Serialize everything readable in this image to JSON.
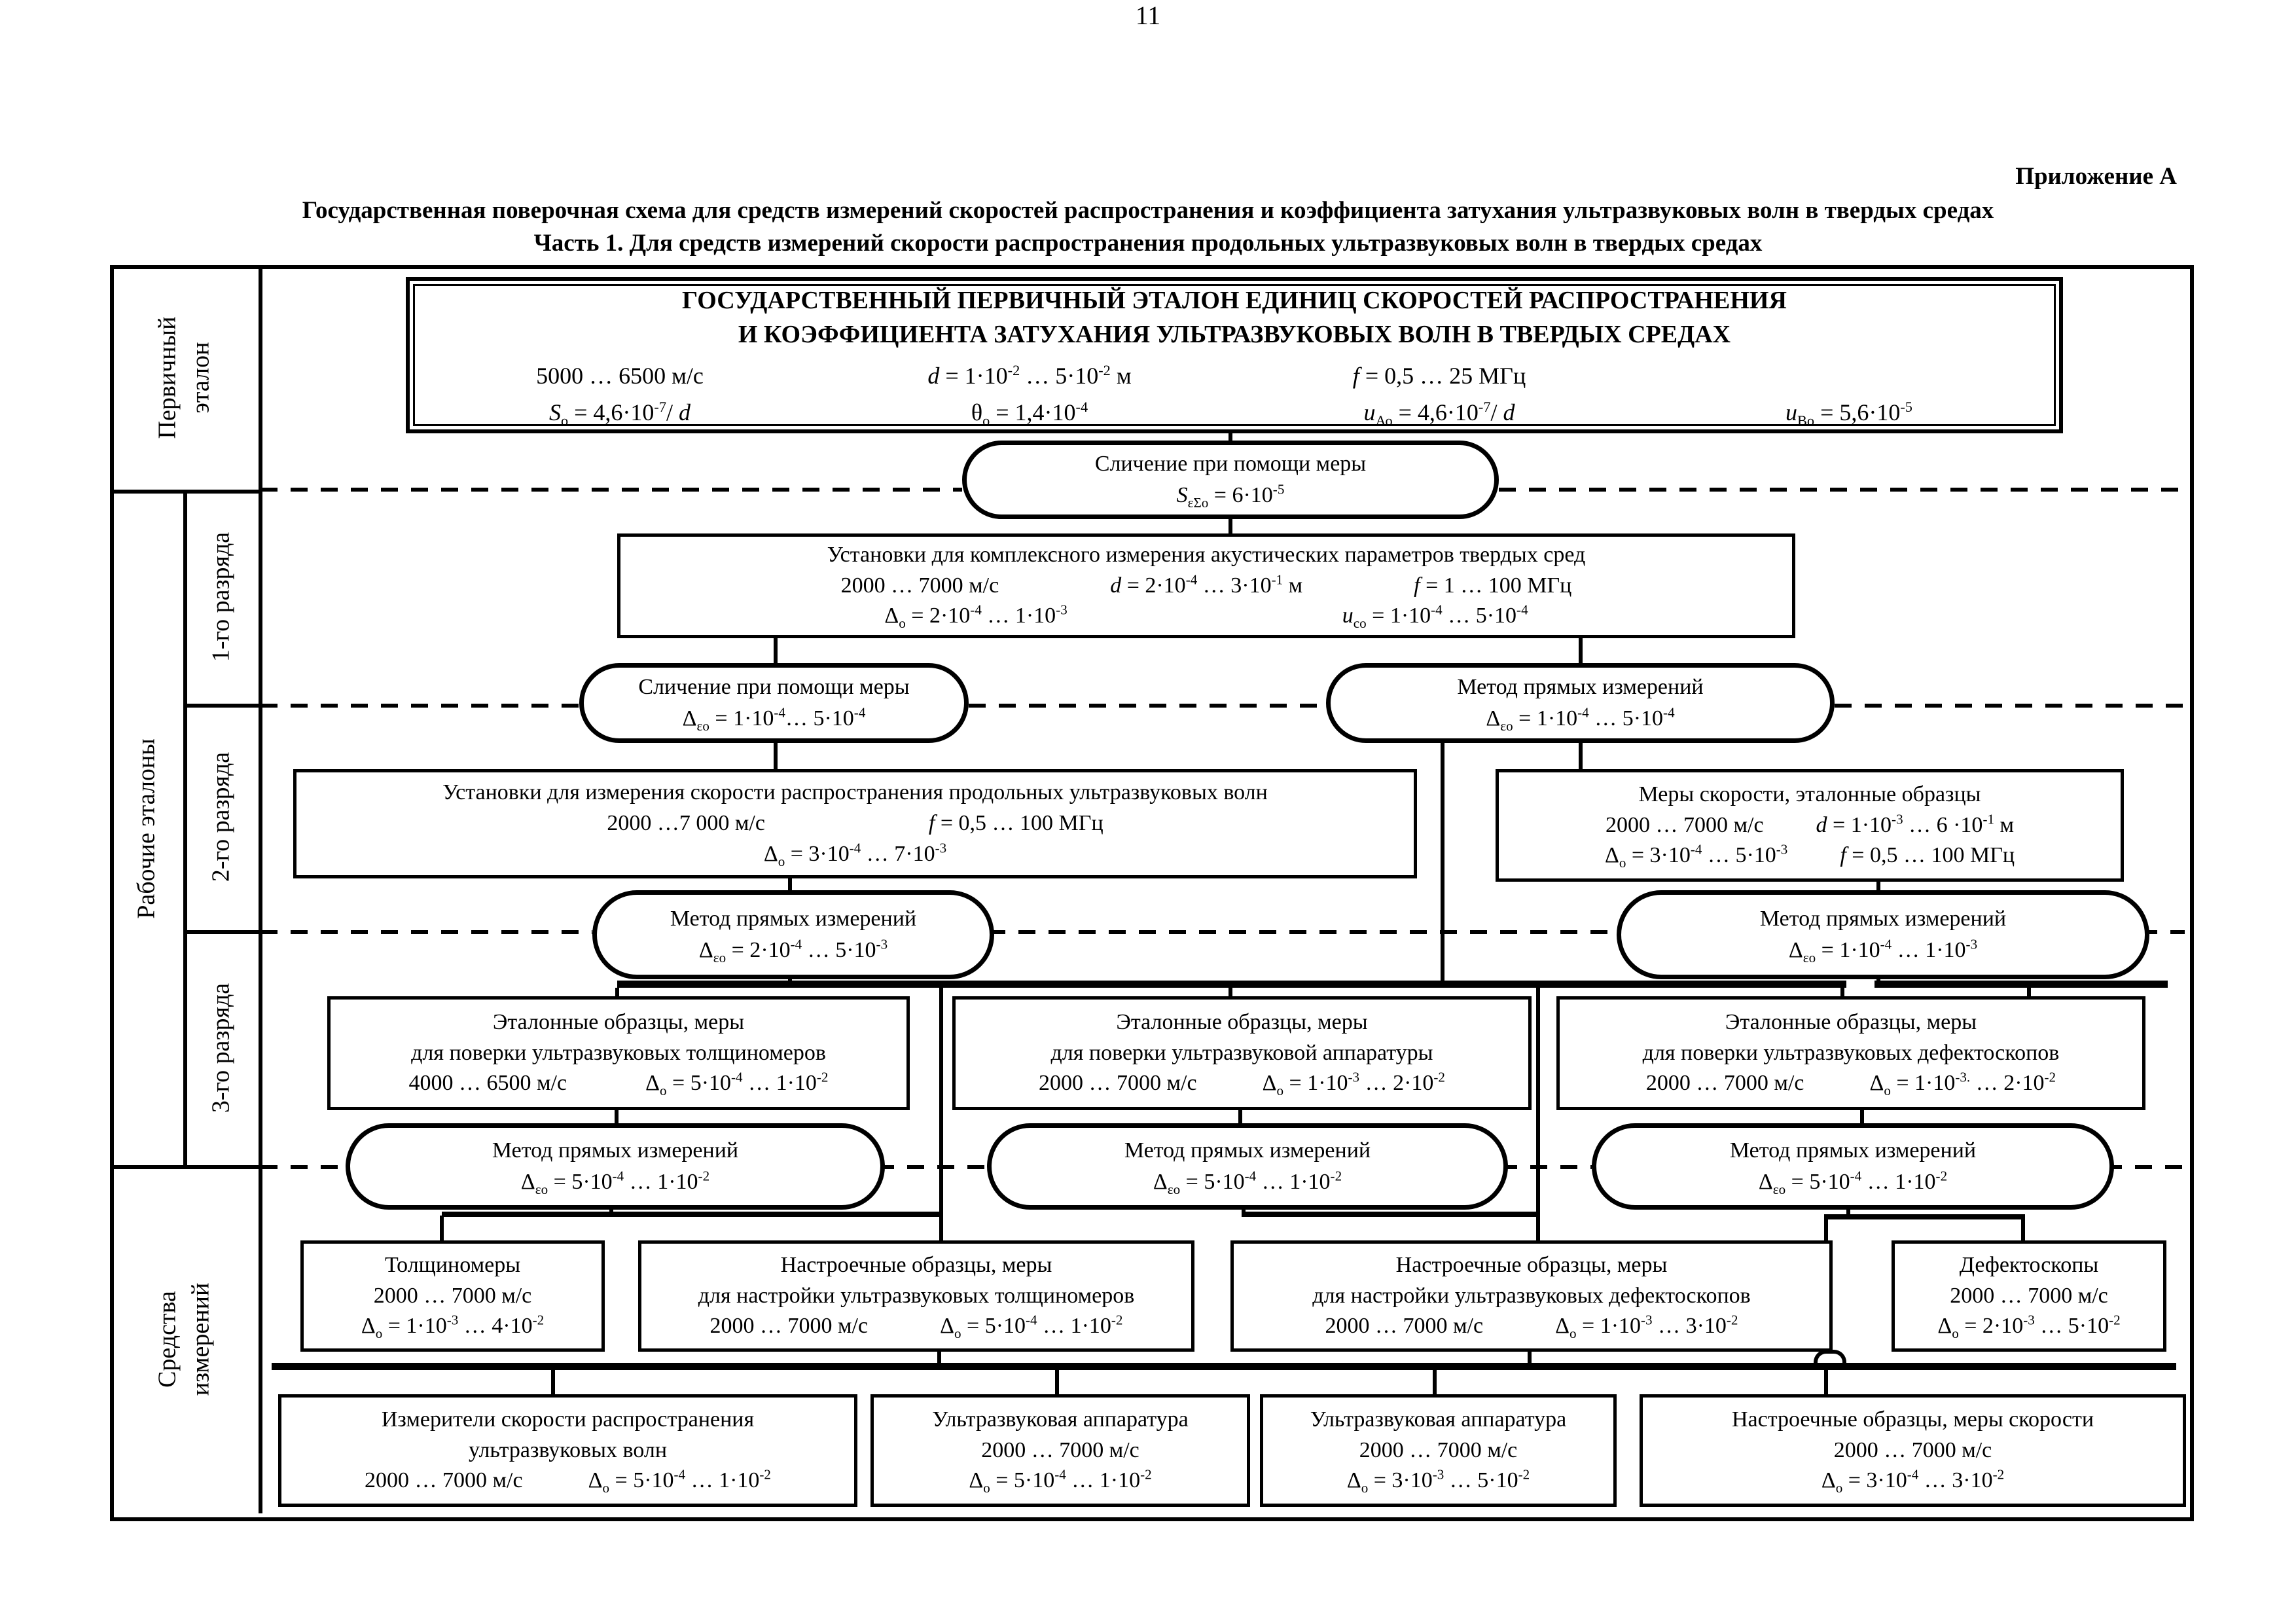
{
  "colors": {
    "ink": "#000000",
    "paper": "#ffffff"
  },
  "page": {
    "number": "11",
    "annex": "Приложение А",
    "title1": "Государственная поверочная схема для средств измерений скоростей распространения и коэффициента затухания ультразвуковых волн в твердых средах",
    "title2": "Часть 1. Для средств измерений скорости распространения продольных ультразвуковых волн в твердых средах"
  },
  "sidebar": {
    "primary_l1": "Первичный",
    "primary_l2": "эталон",
    "working": "Рабочие эталоны",
    "rank1": "1-го разряда",
    "rank2": "2-го разряда",
    "rank3": "3-го разряда",
    "instruments_l1": "Средства",
    "instruments_l2": "измерений"
  },
  "nodes": {
    "primary": {
      "title1": "ГОСУДАРСТВЕННЫЙ ПЕРВИЧНЫЙ ЭТАЛОН ЕДИНИЦ СКОРОСТЕЙ РАСПРОСТРАНЕНИЯ",
      "title2": "И КОЭФФИЦИЕНТА ЗАТУХАНИЯ УЛЬТРАЗВУКОВЫХ ВОЛН В ТВЕРДЫХ СРЕДАХ",
      "speed": "5000 … 6500 м/с",
      "d": "<i>d</i> = 1·10<sup>-2</sup> … 5·10<sup>-2</sup> м",
      "f": "<i>f</i> = 0,5 … 25 МГц",
      "s": "<i>S</i><sub>о</sub> = 4,6·10<sup>-7</sup>/ <i>d</i>",
      "theta": "θ<sub>о</sub> = 1,4·10<sup>-4</sup>",
      "ua": "<i>u</i><sub>Ао</sub> = 4,6·10<sup>-7</sup>/ <i>d</i>",
      "ub": "<i>u</i><sub>Во</sub> = 5,6·10<sup>-5</sup>"
    },
    "ellipse_b": {
      "title": "Сличение при помощи меры",
      "formula": "<i>S</i><sub>εΣо</sub> = 6·10<sup>-5</sup>"
    },
    "box_complex": {
      "title": "Установки для комплексного измерения акустических параметров твердых сред",
      "speed": "2000 … 7000 м/с",
      "d": "<i>d</i> = 2·10<sup>-4</sup> … 3·10<sup>-1</sup> м",
      "f": "<i>f</i> = 1 … 100 МГц",
      "delta": "Δ<sub>о</sub> = 2·10<sup>-4</sup> … 1·10<sup>-3</sup>",
      "u": "<i>u</i><sub>со</sub> = 1·10<sup>-4</sup> … 5·10<sup>-4</sup>"
    },
    "ellipse_dl": {
      "title": "Сличение при помощи меры",
      "formula": "Δ<sub>εо</sub> = 1·10<sup>-4</sup>… 5·10<sup>-4</sup>"
    },
    "ellipse_dr": {
      "title": "Метод прямых измерений",
      "formula": "Δ<sub>εо</sub> = 1·10<sup>-4</sup> … 5·10<sup>-4</sup>"
    },
    "box_speed": {
      "title": "Установки для измерения скорости распространения продольных ультразвуковых волн",
      "speed": "2000 …7 000 м/с",
      "f": "<i>f</i> = 0,5 … 100 МГц",
      "delta": "Δ<sub>о</sub> = 3·10<sup>-4</sup> … 7·10<sup>-3</sup>"
    },
    "box_measures": {
      "title": "Меры скорости, эталонные образцы",
      "speed": "2000 … 7000 м/с",
      "d": "<i>d</i> = 1·10<sup>-3</sup> … 6 ·10<sup>-1</sup> м",
      "delta": "Δ<sub>о</sub> = 3·10<sup>-4</sup> … 5·10<sup>-3</sup>",
      "f": "<i>f</i> = 0,5 … 100 МГц"
    },
    "ellipse_fl": {
      "title": "Метод прямых измерений",
      "formula": "Δ<sub>εо</sub> = 2·10<sup>-4</sup> … 5·10<sup>-3</sup>"
    },
    "ellipse_fr": {
      "title": "Метод прямых измерений",
      "formula": "Δ<sub>εо</sub> = 1·10<sup>-4</sup> … 1·10<sup>-3</sup>"
    },
    "g1": {
      "title": "Эталонные образцы, меры",
      "subtitle": "для поверки ультразвуковых толщиномеров",
      "speed": "4000 … 6500 м/с",
      "delta": "Δ<sub>о</sub> = 5·10<sup>-4</sup> … 1·10<sup>-2</sup>"
    },
    "g2": {
      "title": "Эталонные образцы, меры",
      "subtitle": "для поверки ультразвуковой аппаратуры",
      "speed": "2000 … 7000 м/с",
      "delta": "Δ<sub>о</sub> = 1·10<sup>-3</sup> … 2·10<sup>-2</sup>"
    },
    "g3": {
      "title": "Эталонные образцы, меры",
      "subtitle": "для поверки ультразвуковых дефектоскопов",
      "speed": "2000 … 7000 м/с",
      "delta": "Δ<sub>о</sub> = 1·10<sup>-3.</sup> … 2·10<sup>-2</sup>"
    },
    "h1": {
      "title": "Метод прямых измерений",
      "formula": "Δ<sub>εо</sub> = 5·10<sup>-4</sup> … 1·10<sup>-2</sup>"
    },
    "h2": {
      "title": "Метод прямых измерений",
      "formula": "Δ<sub>εо</sub> = 5·10<sup>-4</sup> … 1·10<sup>-2</sup>"
    },
    "h3": {
      "title": "Метод прямых измерений",
      "formula": "Δ<sub>εо</sub> = 5·10<sup>-4</sup> … 1·10<sup>-2</sup>"
    },
    "r4_1": {
      "title": "Толщиномеры",
      "speed": "2000 … 7000 м/с",
      "delta": "Δ<sub>о</sub> = 1·10<sup>-3</sup> … 4·10<sup>-2</sup>"
    },
    "r4_2": {
      "title": "Настроечные образцы, меры",
      "subtitle": "для настройки ультразвуковых толщиномеров",
      "speed": "2000 … 7000 м/с",
      "delta": "Δ<sub>о</sub> = 5·10<sup>-4</sup> … 1·10<sup>-2</sup>"
    },
    "r4_3": {
      "title": "Настроечные образцы, меры",
      "subtitle": "для настройки ультразвуковых дефектоскопов",
      "speed": "2000 … 7000 м/с",
      "delta": "Δ<sub>о</sub> = 1·10<sup>-3</sup> … 3·10<sup>-2</sup>"
    },
    "r4_4": {
      "title": "Дефектоскопы",
      "speed": "2000 … 7000 м/с",
      "delta": "Δ<sub>о</sub> = 2·10<sup>-3</sup> … 5·10<sup>-2</sup>"
    },
    "r5_1": {
      "title": "Измерители скорости распространения",
      "subtitle": "ультразвуковых волн",
      "speed": "2000 … 7000 м/с",
      "delta": "Δ<sub>о</sub> = 5·10<sup>-4</sup> … 1·10<sup>-2</sup>"
    },
    "r5_2": {
      "title": "Ультразвуковая аппаратура",
      "speed": "2000 … 7000 м/с",
      "delta": "Δ<sub>о</sub> = 5·10<sup>-4</sup> … 1·10<sup>-2</sup>"
    },
    "r5_3": {
      "title": "Ультразвуковая аппаратура",
      "speed": "2000 … 7000 м/с",
      "delta": "Δ<sub>о</sub> = 3·10<sup>-3</sup> … 5·10<sup>-2</sup>"
    },
    "r5_4": {
      "title": "Настроечные образцы, меры скорости",
      "speed": "2000 … 7000 м/с",
      "delta": "Δ<sub>о</sub> = 3·10<sup>-4</sup> … 3·10<sup>-2</sup>"
    }
  }
}
